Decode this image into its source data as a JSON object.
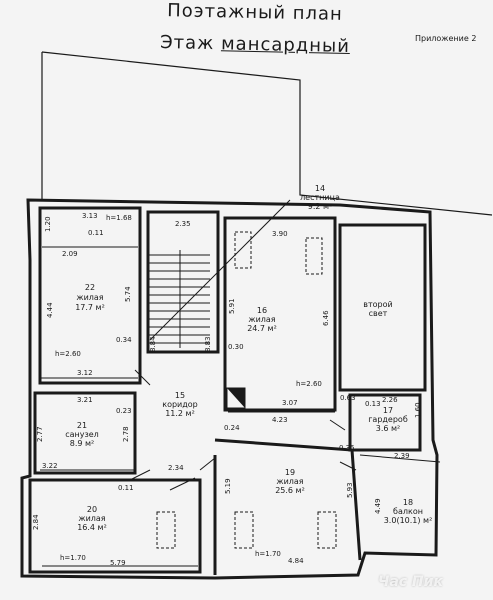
{
  "title_line1": "Поэтажный план",
  "title_line2_prefix": "Этаж ",
  "title_line2_word": "мансардный",
  "appendix": "Приложение 2",
  "watermark": "Час Пик",
  "rooms": {
    "r22": {
      "num": "22",
      "name": "жилая",
      "area": "17.7 м²"
    },
    "r16": {
      "num": "16",
      "name": "жилая",
      "area": "24.7 м²"
    },
    "r15": {
      "num": "15",
      "name": "коридор",
      "area": "11.2 м²"
    },
    "r14": {
      "num": "14",
      "name": "лестница",
      "area": "9.2 м²"
    },
    "r21": {
      "num": "21",
      "name": "санузел",
      "area": "8.9 м²"
    },
    "r17": {
      "num": "17",
      "name": "гардероб",
      "area": "3.6 м²"
    },
    "r19": {
      "num": "19",
      "name": "жилая",
      "area": "25.6 м²"
    },
    "r20": {
      "num": "20",
      "name": "жилая",
      "area": "16.4 м²"
    },
    "r18": {
      "num": "18",
      "name": "балкон",
      "area": "3.0(10.1) м²"
    },
    "second_light": {
      "line1": "второй",
      "line2": "свет"
    }
  },
  "dims": {
    "d313": "3.13",
    "h168": "h=1.68",
    "d120": "1.20",
    "d011a": "0.11",
    "d209": "2.09",
    "d235": "2.35",
    "d390": "3.90",
    "d444": "4.44",
    "d574": "5.74",
    "d591": "5.91",
    "d646": "6.46",
    "d034": "0.34",
    "d884": "8.84",
    "d883": "8.83",
    "d030": "0.30",
    "h260a": "h=2.60",
    "d312": "3.12",
    "h260b": "h=2.60",
    "d321": "3.21",
    "d023": "0.23",
    "d307": "3.07",
    "d063": "0.63",
    "d013": "0.13",
    "d226": "2.26",
    "d277": "2.77",
    "d278": "2.78",
    "d024": "0.24",
    "d423": "4.23",
    "d160": "1.60",
    "d035": "0.35",
    "d322": "3.22",
    "d234": "2.34",
    "d239": "2.39",
    "d011b": "0.11",
    "d519": "5.19",
    "d593": "5.93",
    "d449": "4.49",
    "d284": "2.84",
    "h170a": "h=1.70",
    "d579": "5.79",
    "h170b": "h=1.70",
    "d484": "4.84"
  }
}
